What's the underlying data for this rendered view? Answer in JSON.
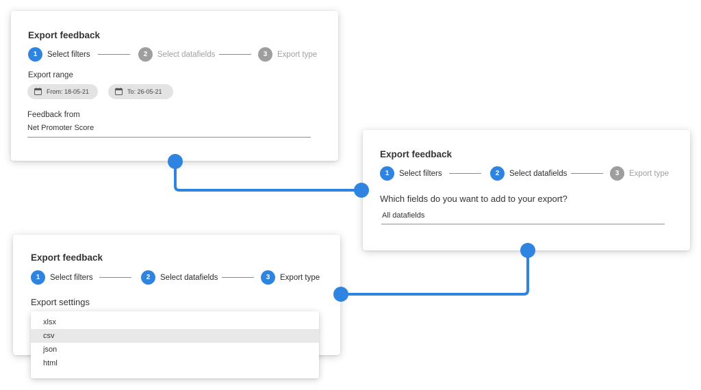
{
  "card1": {
    "title": "Export feedback",
    "steps": [
      {
        "num": "1",
        "label": "Select filters"
      },
      {
        "num": "2",
        "label": "Select datafields"
      },
      {
        "num": "3",
        "label": "Export type"
      }
    ],
    "range_label": "Export range",
    "from_chip": "From: 18-05-21",
    "to_chip": "To: 26-05-21",
    "feedback_label": "Feedback from",
    "feedback_value": "Net Promoter Score"
  },
  "card2": {
    "title": "Export feedback",
    "steps": [
      {
        "num": "1",
        "label": "Select filters"
      },
      {
        "num": "2",
        "label": "Select datafields"
      },
      {
        "num": "3",
        "label": "Export type"
      }
    ],
    "question": "Which fields do you want to add to your export?",
    "datafields_value": "All datafields"
  },
  "card3": {
    "title": "Export feedback",
    "steps": [
      {
        "num": "1",
        "label": "Select filters"
      },
      {
        "num": "2",
        "label": "Select datafields"
      },
      {
        "num": "3",
        "label": "Export type"
      }
    ],
    "settings_label": "Export settings",
    "options": [
      "xlsx",
      "csv",
      "json",
      "html"
    ],
    "selected_option": "csv"
  },
  "colors": {
    "accent": "#2e84e0",
    "inactive_step": "#9e9e9e",
    "connector": "#2e84e0",
    "chip_bg": "#e3e3e3",
    "selected_row": "#e8e8e8"
  },
  "icons": {
    "calendar": "calendar-icon"
  }
}
